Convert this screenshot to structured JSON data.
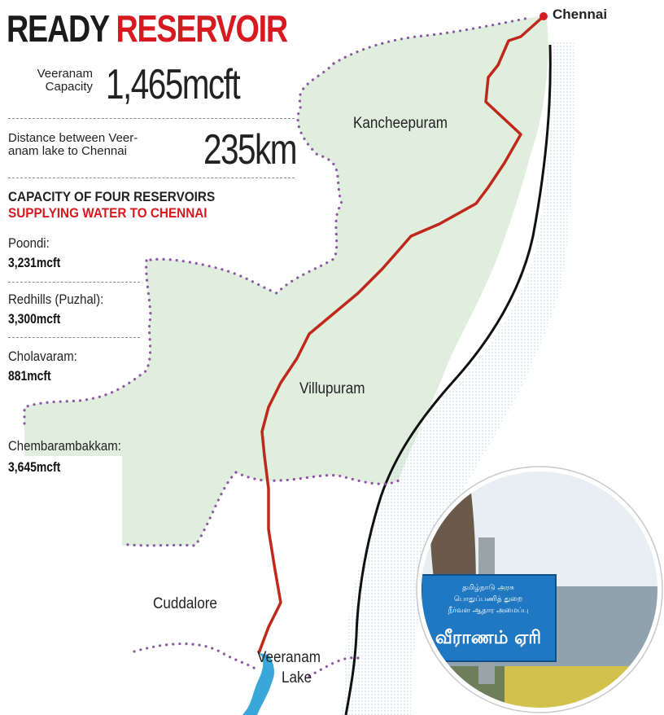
{
  "header": {
    "title_part1": "READY",
    "title_part2": "RESERVOIR"
  },
  "stats": {
    "capacity_label_line1": "Veeranam",
    "capacity_label_line2": "Capacity",
    "capacity_value": "1,465mcft",
    "distance_label_line1": "Distance between Veer-",
    "distance_label_line2": "anam lake to Chennai",
    "distance_value": "235km"
  },
  "reservoirs_section": {
    "heading_line1": "CAPACITY OF FOUR RESERVOIRS",
    "heading_line2": "SUPPLYING WATER TO CHENNAI",
    "items": [
      {
        "name": "Poondi:",
        "capacity": "3,231mcft"
      },
      {
        "name": "Redhills (Puzhal):",
        "capacity": "3,300mcft"
      },
      {
        "name": "Cholavaram:",
        "capacity": "881mcft"
      },
      {
        "name": "Chembarambakkam:",
        "capacity": "3,645mcft"
      }
    ]
  },
  "map": {
    "places": {
      "chennai": "Chennai",
      "kancheepuram": "Kancheepuram",
      "villupuram": "Villupuram",
      "cuddalore": "Cuddalore",
      "veeranam_line1": "Veeranam",
      "veeranam_line2": "Lake"
    },
    "colors": {
      "land": "#dfeedd",
      "sea": "#c5dcef",
      "pipeline": "#c0281c",
      "coast": "#111111",
      "district_border": "#8c5aa0",
      "lake": "#3aa7d9"
    }
  },
  "photo": {
    "sign_line1": "தமிழ்நாடு அரசு",
    "sign_line2": "பொதுப்பணித் துறை",
    "sign_line3": "நீர்வள ஆதார அமைப்பு",
    "sign_main": "வீராணம் ஏரி"
  }
}
